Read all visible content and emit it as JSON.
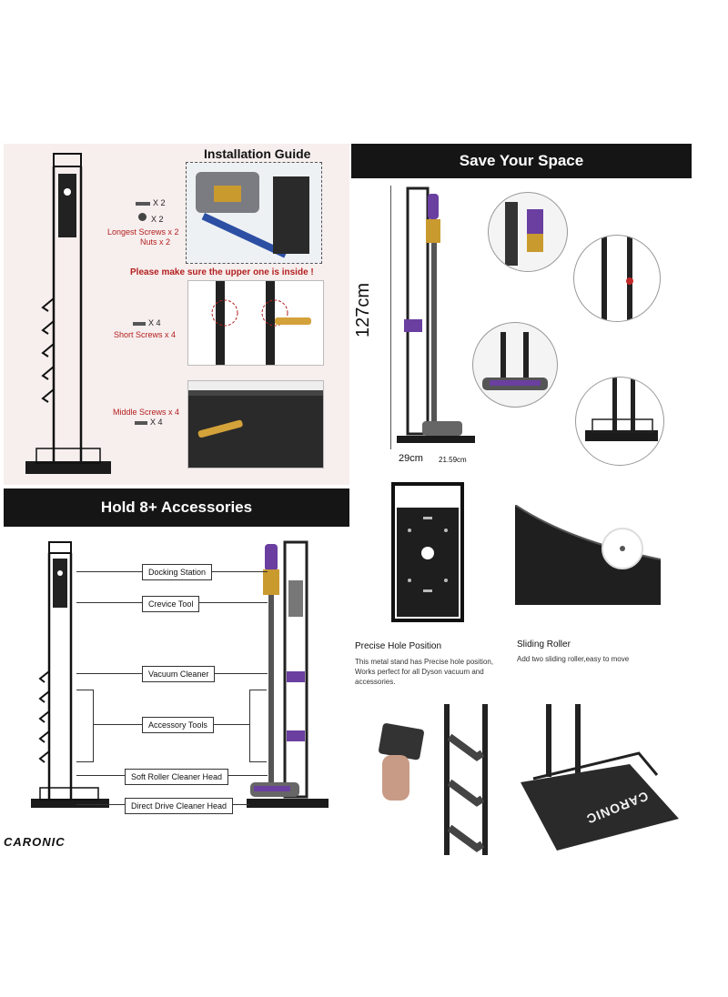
{
  "installation": {
    "title": "Installation Guide",
    "warning": "Please make sure the upper one is inside !",
    "longest_qty": "X 2",
    "nuts_qty": "X 2",
    "longest_label": "Longest Screws x 2",
    "nuts_label": "Nuts x 2",
    "short_qty": "X 4",
    "short_label": "Short Screws x 4",
    "middle_label": "Middle Screws x 4",
    "middle_qty": "X 4",
    "colors": {
      "background": "#f7eeee",
      "warning": "#b3201f"
    }
  },
  "save_space": {
    "title": "Save Your Space",
    "height": "127cm",
    "depth": "29cm",
    "width": "21.59cm"
  },
  "accessories": {
    "title": "Hold 8+ Accessories",
    "labels": {
      "docking": "Docking Station",
      "crevice": "Crevice Tool",
      "vacuum": "Vacuum Cleaner",
      "accessory": "Accessory Tools",
      "soft_roller": "Soft Roller Cleaner Head",
      "direct_drive": "Direct Drive Cleaner Head"
    },
    "brand": "CARONIC"
  },
  "features": {
    "precise": {
      "title": "Precise Hole Position",
      "body": "This metal stand has Precise hole position, Works perfect for all Dyson vacuum and accessories."
    },
    "roller": {
      "title": "Sliding Roller",
      "body": "Add two sliding roller,easy to move"
    },
    "base_brand": "CARONIC"
  },
  "accent": {
    "purple": "#6a3fa0",
    "gold": "#c99a2e",
    "red": "#c0282a"
  }
}
